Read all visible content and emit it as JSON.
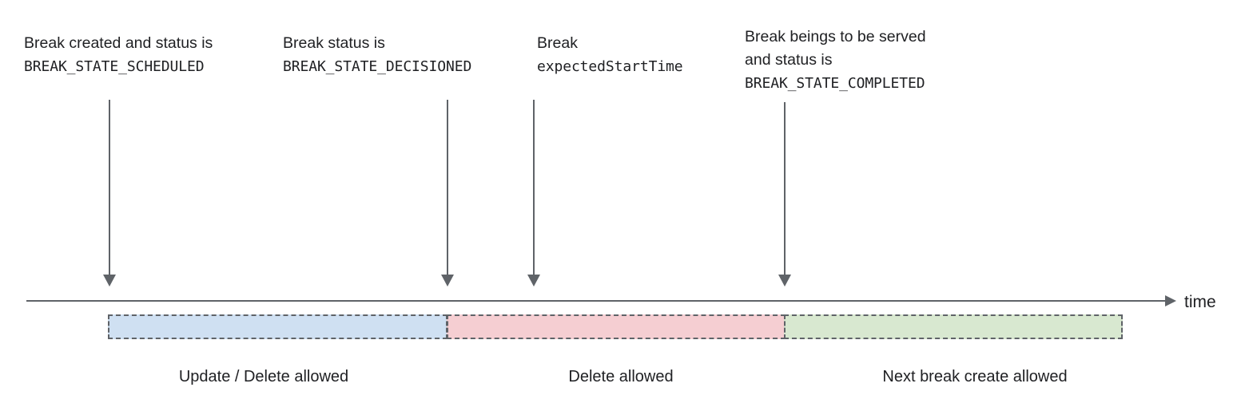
{
  "diagram": {
    "title_axis_label": "time",
    "colors": {
      "scheduled_fill": "#cfe0f2",
      "decisioned_fill": "#f5ced2",
      "completed_fill": "#d8e8d0",
      "stroke": "#5f6368",
      "text": "#202124"
    },
    "events": [
      {
        "id": "created",
        "line1": "Break created and status is",
        "line2": "BREAK_STATE_SCHEDULED",
        "line3": ""
      },
      {
        "id": "decisioned",
        "line1": "Break status is",
        "line2": "BREAK_STATE_DECISIONED",
        "line3": ""
      },
      {
        "id": "expected-start",
        "line1": "Break",
        "line2": "expectedStartTime",
        "line3": ""
      },
      {
        "id": "served",
        "line1": "Break beings to be served",
        "line2": "and status is",
        "line3": "BREAK_STATE_COMPLETED"
      }
    ],
    "phases": [
      {
        "id": "update-delete",
        "label": "Update / Delete allowed",
        "fill": "#cfe0f2"
      },
      {
        "id": "delete",
        "label": "Delete allowed",
        "fill": "#f5ced2"
      },
      {
        "id": "next-create",
        "label": "Next break create allowed",
        "fill": "#d8e8d0"
      }
    ]
  }
}
